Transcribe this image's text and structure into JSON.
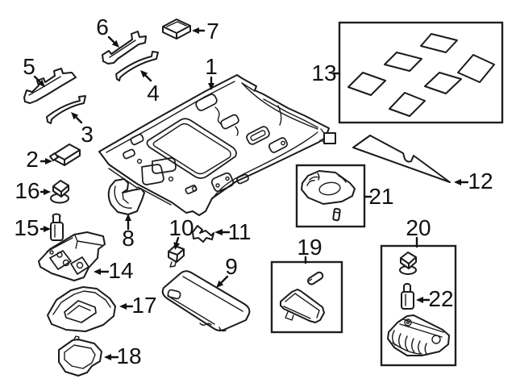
{
  "diagram": {
    "colors": {
      "background": "#ffffff",
      "line": "#1a1a1a",
      "pad_box_fill": "#f4f4f4"
    },
    "callouts": {
      "c1": "1",
      "c2": "2",
      "c3": "3",
      "c4": "4",
      "c5": "5",
      "c6": "6",
      "c7": "7",
      "c8": "8",
      "c9": "9",
      "c10": "10",
      "c11": "11",
      "c12": "12",
      "c13": "13",
      "c14": "14",
      "c15": "15",
      "c16": "16",
      "c17": "17",
      "c18": "18",
      "c19": "19",
      "c20": "20",
      "c21": "21",
      "c22": "22"
    }
  }
}
